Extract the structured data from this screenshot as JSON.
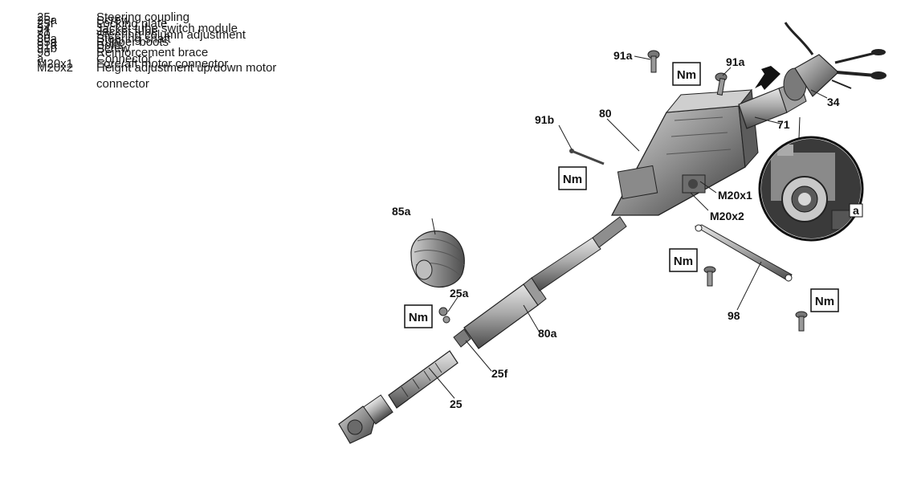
{
  "legend": [
    {
      "code": "25",
      "description": "Steering coupling"
    },
    {
      "code": "25a",
      "description": "Screw"
    },
    {
      "code": "25f",
      "description": "Locking plate"
    },
    {
      "code": "34",
      "description": "Jacket tube switch module"
    },
    {
      "code": "71",
      "description": "Jacket tube"
    },
    {
      "code": "80",
      "description": "Steering column adjustment"
    },
    {
      "code": "80a",
      "description": "Steering shaft"
    },
    {
      "code": "85a",
      "description": "Rubber boots"
    },
    {
      "code": "91a",
      "description": "Bolts"
    },
    {
      "code": "91b",
      "description": "Screw"
    },
    {
      "code": "98",
      "description": "Reinforcement brace"
    },
    {
      "code": "a",
      "description": "Connector"
    },
    {
      "code": "M20x1",
      "description": "Fore/aft motor connector"
    },
    {
      "code": "M20x2",
      "description": "Height adjustment up/down motor connector"
    }
  ],
  "callouts": {
    "c91a_left": "91a",
    "c91a_right": "91a",
    "c80": "80",
    "c91b": "91b",
    "c71": "71",
    "c34": "34",
    "c85a": "85a",
    "c25a": "25a",
    "c80a": "80a",
    "c25f": "25f",
    "c25": "25",
    "cM20x1": "M20x1",
    "cM20x2": "M20x2",
    "c98": "98",
    "ca": "a"
  },
  "torque_label": "Nm"
}
